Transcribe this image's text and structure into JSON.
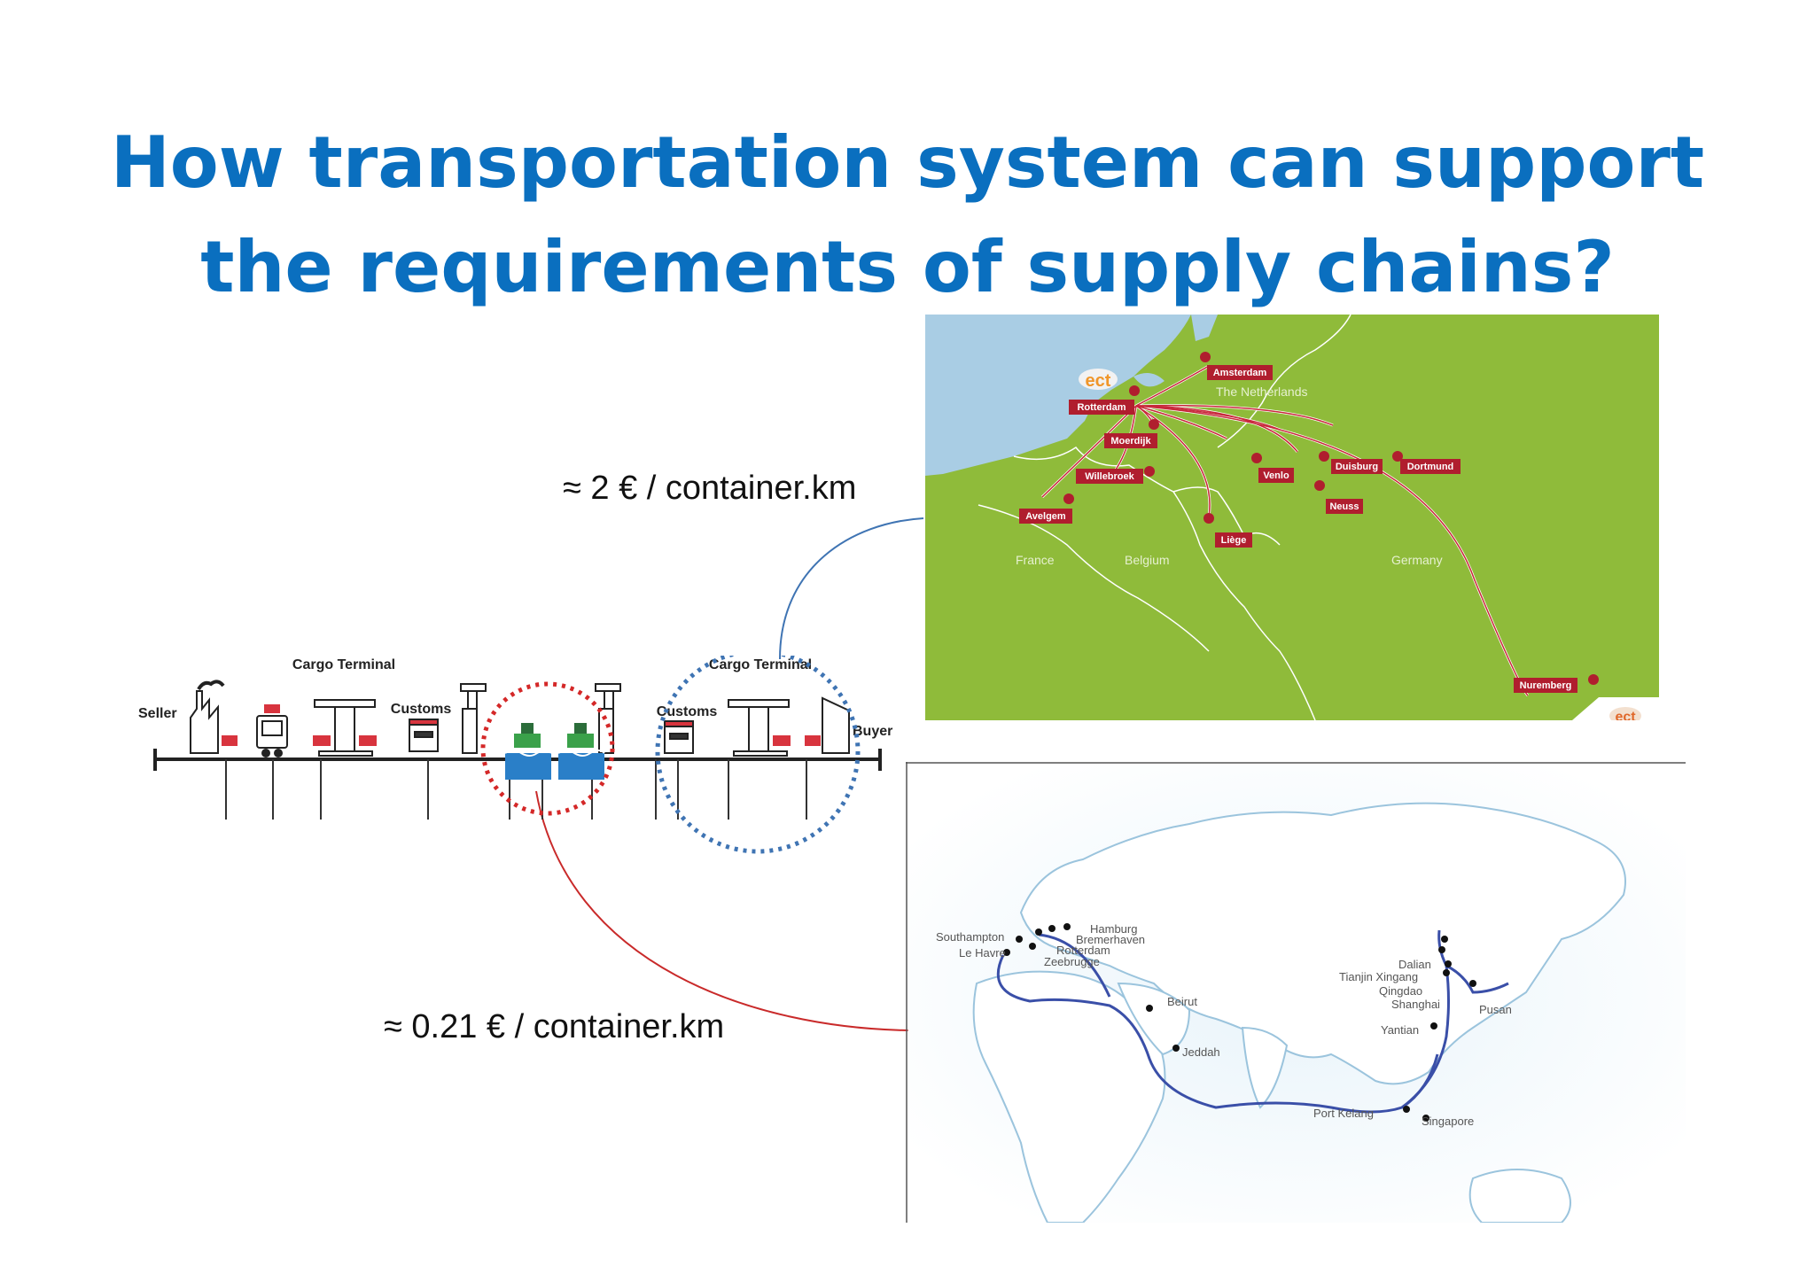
{
  "title": {
    "line1": "How transportation system can support",
    "line2": "the requirements of supply chains?"
  },
  "costs": {
    "road": "≈ 2 € / container.km",
    "sea": "≈ 0.21 € / container.km"
  },
  "chain": {
    "seller": "Seller",
    "cargo_terminal_1": "Cargo Terminal",
    "customs_1": "Customs",
    "customs_2": "Customs",
    "cargo_terminal_2": "Cargo Terminal",
    "buyer": "Buyer"
  },
  "europe_map": {
    "logo": "ect",
    "logo_bottom": "ect",
    "country_labels": {
      "netherlands": "The Netherlands",
      "france": "France",
      "belgium": "Belgium",
      "germany": "Germany"
    },
    "cities": {
      "amsterdam": "Amsterdam",
      "rotterdam": "Rotterdam",
      "moerdijk": "Moerdijk",
      "willebroek": "Willebroek",
      "avelgem": "Avelgem",
      "venlo": "Venlo",
      "duisburg": "Duisburg",
      "dortmund": "Dortmund",
      "neuss": "Neuss",
      "liege": "Liège",
      "nuremberg": "Nuremberg"
    },
    "colors": {
      "land": "#8fbb3a",
      "sea": "#a9cde4",
      "pin": "#b01e2e",
      "route": "#c8283a"
    }
  },
  "world_map": {
    "ports": {
      "southampton": "Southampton",
      "le_havre": "Le Havre",
      "hamburg": "Hamburg",
      "bremerhaven": "Bremerhaven",
      "rotterdam": "Rotterdam",
      "zeebrugge": "Zeebrugge",
      "beirut": "Beirut",
      "jeddah": "Jeddah",
      "port_kelang": "Port Kelang",
      "singapore": "Singapore",
      "yantian": "Yantian",
      "shanghai": "Shanghai",
      "qingdao": "Qingdao",
      "tianjin": "Tianjin Xingang",
      "dalian": "Dalian",
      "pusan": "Pusan"
    },
    "colors": {
      "route": "#3a4fa8",
      "sea": "#cde6f4"
    }
  }
}
